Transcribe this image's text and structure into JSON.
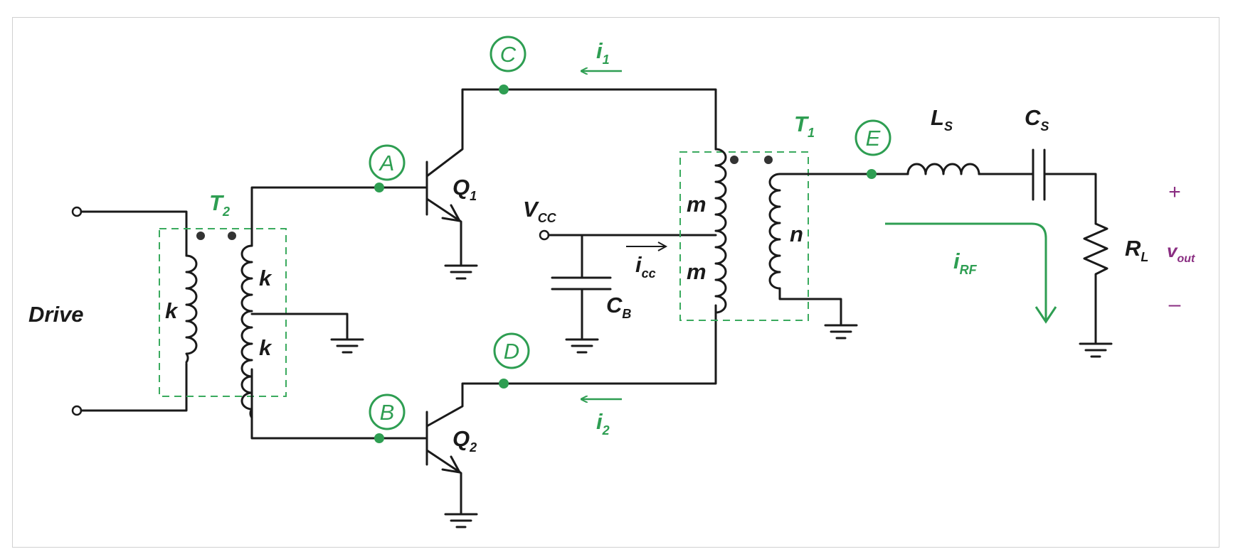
{
  "labels": {
    "drive": "Drive",
    "t2": {
      "main": "T",
      "sub": "2"
    },
    "t1": {
      "main": "T",
      "sub": "1"
    },
    "k_primary": "k",
    "k_upper": "k",
    "k_lower": "k",
    "m_upper": "m",
    "m_lower": "m",
    "n": "n",
    "q1": {
      "main": "Q",
      "sub": "1"
    },
    "q2": {
      "main": "Q",
      "sub": "2"
    },
    "vcc": {
      "main": "V",
      "sub": "CC"
    },
    "icc": {
      "main": "i",
      "sub": "cc"
    },
    "cb": {
      "main": "C",
      "sub": "B"
    },
    "ls": {
      "main": "L",
      "sub": "S"
    },
    "cs": {
      "main": "C",
      "sub": "S"
    },
    "rl": {
      "main": "R",
      "sub": "L"
    },
    "vout": {
      "main": "v",
      "sub": "out"
    },
    "i1": {
      "main": "i",
      "sub": "1"
    },
    "i2": {
      "main": "i",
      "sub": "2"
    },
    "irf": {
      "main": "i",
      "sub": "RF"
    },
    "plus": "+",
    "minus": "–"
  },
  "nodes": {
    "A": "A",
    "B": "B",
    "C": "C",
    "D": "D",
    "E": "E"
  },
  "colors": {
    "wire": "#1a1a1a",
    "accent_green": "#2e9e52",
    "output_purple": "#8a2e82",
    "box_dash": "#3aaa5e"
  }
}
